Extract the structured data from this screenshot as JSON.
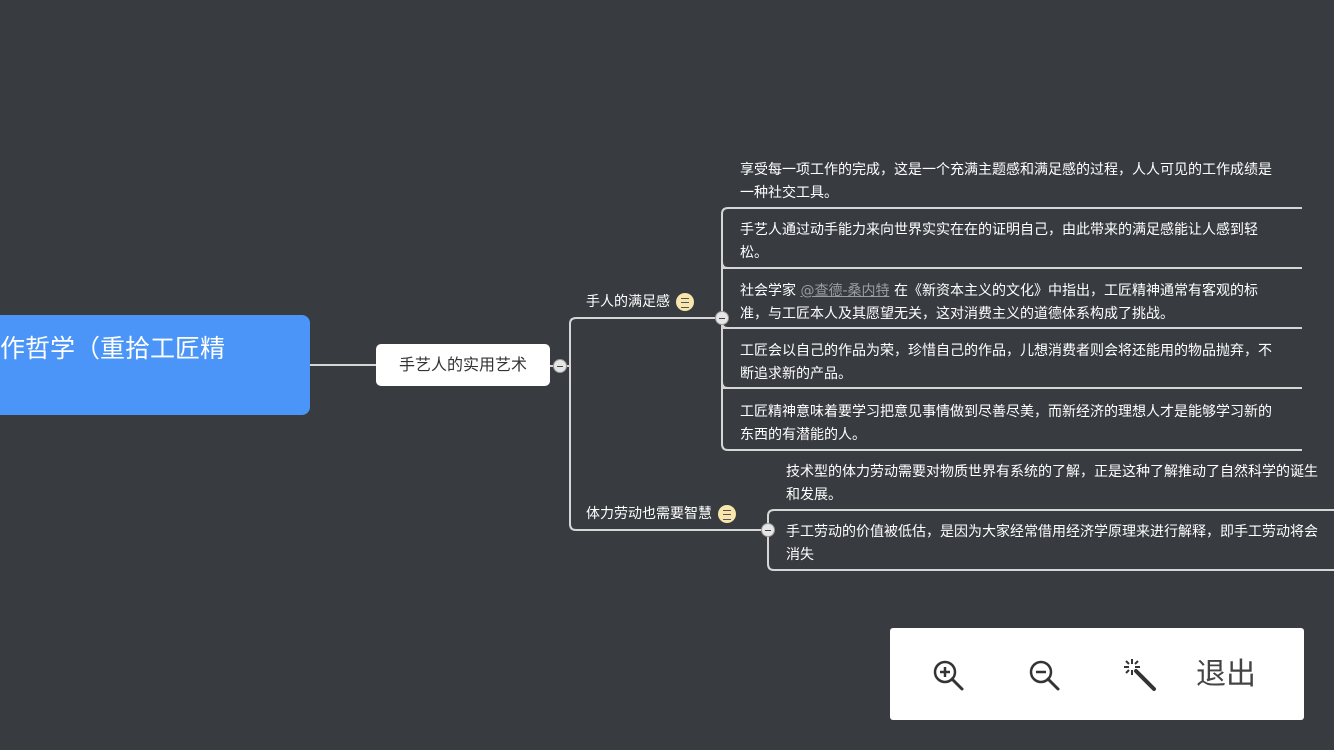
{
  "root": {
    "label": "作哲学（重拾工匠精"
  },
  "main_topic": {
    "label": "手艺人的实用艺术"
  },
  "subtopics": [
    {
      "label": "手人的满足感",
      "note_icon": "note-icon",
      "leaves": [
        {
          "text": "享受每一项工作的完成，这是一个充满主题感和满足感的过程，人人可见的工作成绩是一种社交工具。"
        },
        {
          "text": "手艺人通过动手能力来向世界实实在在的证明自己，由此带来的满足感能让人感到轻松。"
        },
        {
          "pre": "社会学家 ",
          "mention": "@查德-桑内特",
          "post": " 在《新资本主义的文化》中指出，工匠精神通常有客观的标准，与工匠本人及其愿望无关，这对消费主义的道德体系构成了挑战。"
        },
        {
          "text": "工匠会以自己的作品为荣，珍惜自己的作品，儿想消费者则会将还能用的物品抛弃，不断追求新的产品。"
        },
        {
          "text": "工匠精神意味着要学习把意见事情做到尽善尽美，而新经济的理想人才是能够学习新的东西的有潜能的人。"
        }
      ]
    },
    {
      "label": "体力劳动也需要智慧",
      "note_icon": "note-icon",
      "leaves": [
        {
          "text": "技术型的体力劳动需要对物质世界有系统的了解，正是这种了解推动了自然科学的诞生和发展。"
        },
        {
          "text": "手工劳动的价值被低估，是因为大家经常借用经济学原理来进行解释，即手工劳动将会消失"
        }
      ]
    }
  ],
  "toolbar": {
    "zoom_in": "zoom-in-icon",
    "zoom_out": "zoom-out-icon",
    "magic": "magic-wand-icon",
    "exit_label": "退出"
  },
  "colors": {
    "background": "#383b40",
    "root": "#4a95f7",
    "line": "#d8d8d8"
  }
}
